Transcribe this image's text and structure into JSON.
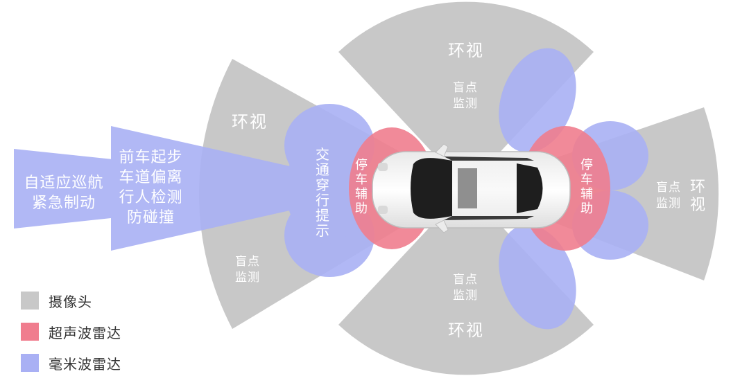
{
  "colors": {
    "camera": "#c8c8c8",
    "ultrasonic": "#f07d8e",
    "radar": "#a9b0f4",
    "label": "#ffffff",
    "legend_text": "#333333"
  },
  "labels": {
    "surround_top": "环视",
    "blind_spot_top": "盲点\n监测",
    "surround_bottom": "环视",
    "blind_spot_bottom": "盲点\n监测",
    "surround_left": "环视",
    "blind_spot_left": "盲点\n监测",
    "surround_right": "环视",
    "blind_spot_right": "盲点\n监测",
    "acc": "自适应巡航\n紧急制动",
    "front_features": "前车起步\n车道偏离\n行人检测\n防碰撞",
    "cross_traffic": "交通穿行提示",
    "park_front": "停车辅助",
    "park_rear": "停车辅助"
  },
  "legend": [
    {
      "label": "摄像头",
      "color_key": "camera"
    },
    {
      "label": "超声波雷达",
      "color_key": "ultrasonic"
    },
    {
      "label": "毫米波雷达",
      "color_key": "radar"
    }
  ]
}
